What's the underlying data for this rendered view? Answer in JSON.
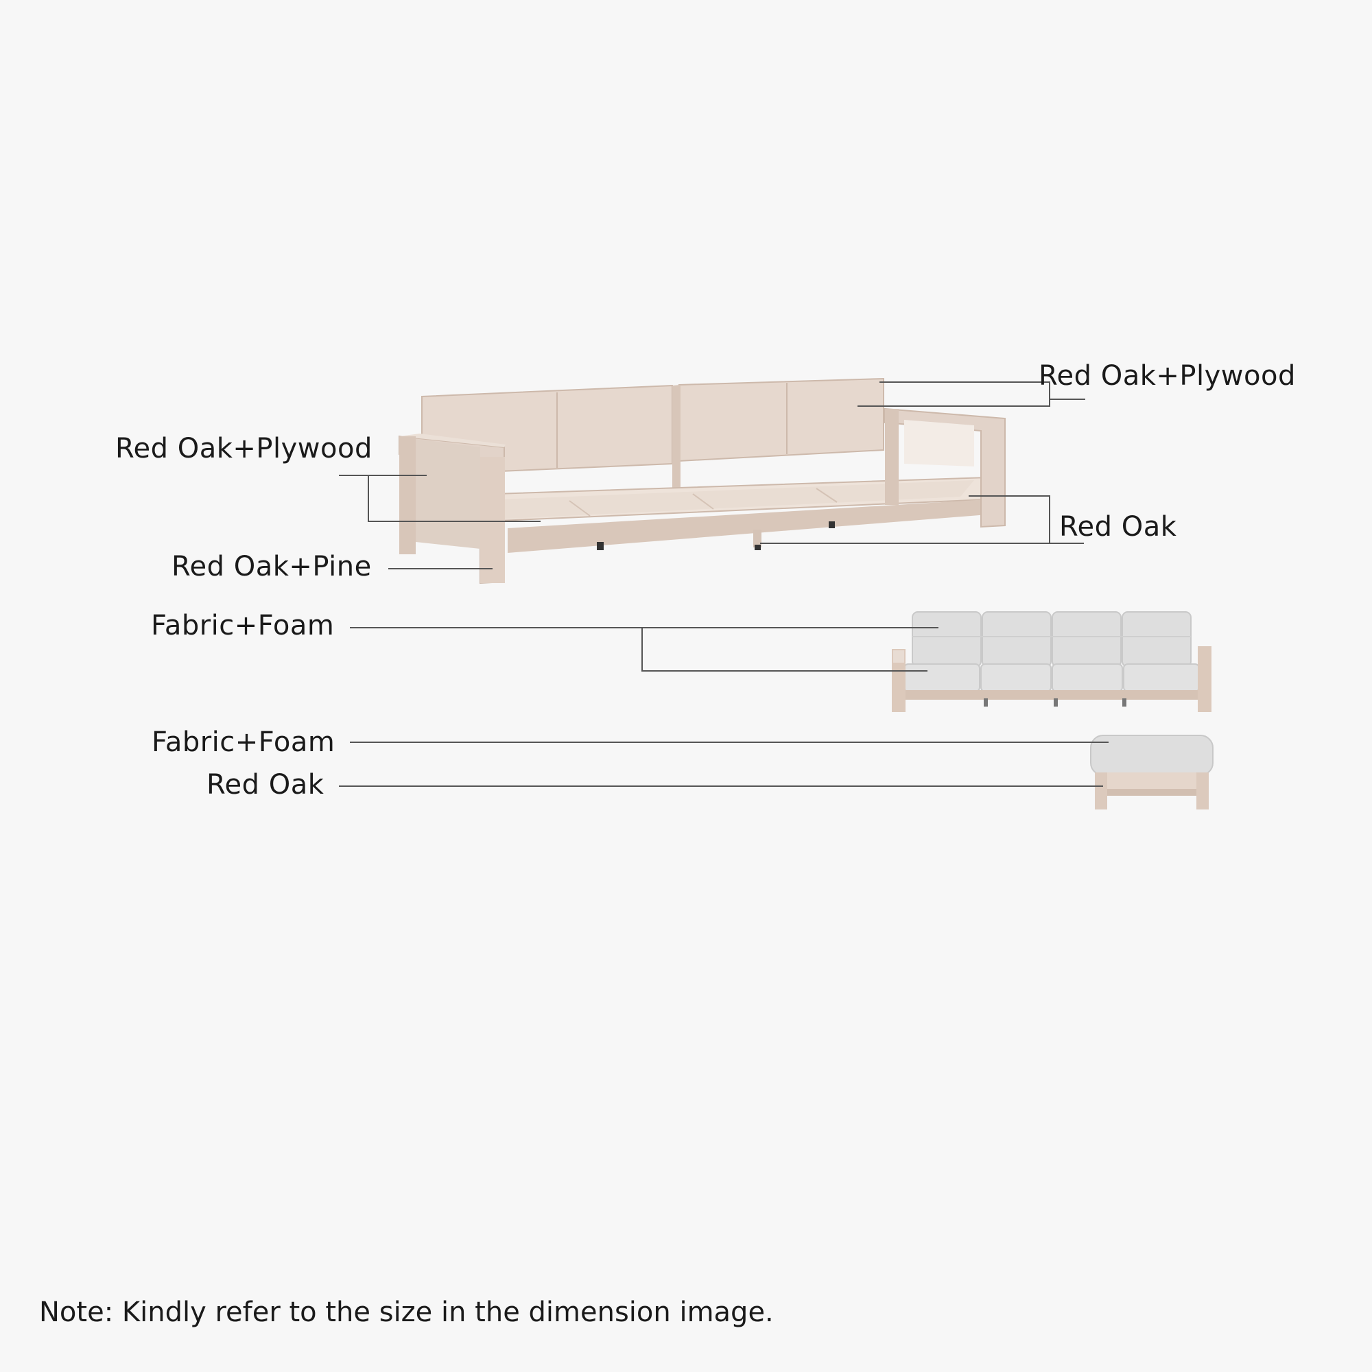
{
  "labels": {
    "back_frame": "Red Oak+Plywood",
    "right_back": "Red Oak+Plywood",
    "legs": "Red Oak+Pine",
    "base_rails": "Red Oak",
    "cushions": "Fabric+Foam",
    "ottoman_cushion": "Fabric+Foam",
    "ottoman_frame": "Red Oak"
  },
  "note": "Note: Kindly refer to the size in the dimension image.",
  "colors": {
    "background": "#f7f7f7",
    "wood": "#e2d3c9",
    "wood_dark": "#cdb9ab",
    "fabric": "#dcdcdc",
    "leader_line": "#555555",
    "text": "#1a1a1a"
  },
  "icons": [
    "wooden-sofa-frame-illustration",
    "cushioned-sofa-illustration",
    "ottoman-illustration"
  ]
}
